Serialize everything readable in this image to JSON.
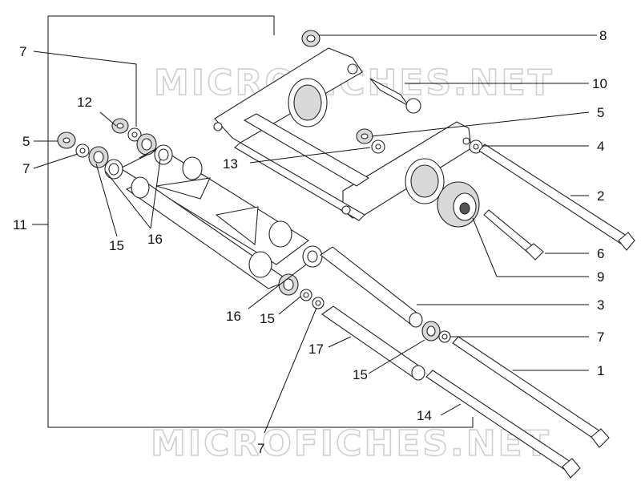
{
  "watermark": {
    "text": "MICROFICHES.NET"
  },
  "callouts": [
    {
      "id": "c8",
      "label": "8"
    },
    {
      "id": "c10",
      "label": "10"
    },
    {
      "id": "c5a",
      "label": "5"
    },
    {
      "id": "c4",
      "label": "4"
    },
    {
      "id": "c2",
      "label": "2"
    },
    {
      "id": "c6",
      "label": "6"
    },
    {
      "id": "c9",
      "label": "9"
    },
    {
      "id": "c13",
      "label": "13"
    },
    {
      "id": "c3",
      "label": "3"
    },
    {
      "id": "c7r",
      "label": "7"
    },
    {
      "id": "c1",
      "label": "1"
    },
    {
      "id": "c14",
      "label": "14"
    },
    {
      "id": "c17",
      "label": "17"
    },
    {
      "id": "c15r",
      "label": "15"
    },
    {
      "id": "c7b",
      "label": "7"
    },
    {
      "id": "c16b",
      "label": "16"
    },
    {
      "id": "c15b",
      "label": "15"
    },
    {
      "id": "c7tl",
      "label": "7"
    },
    {
      "id": "c12",
      "label": "12"
    },
    {
      "id": "c5l",
      "label": "5"
    },
    {
      "id": "c7l",
      "label": "7"
    },
    {
      "id": "c11",
      "label": "11"
    },
    {
      "id": "c15l",
      "label": "15"
    },
    {
      "id": "c16l",
      "label": "16"
    }
  ]
}
